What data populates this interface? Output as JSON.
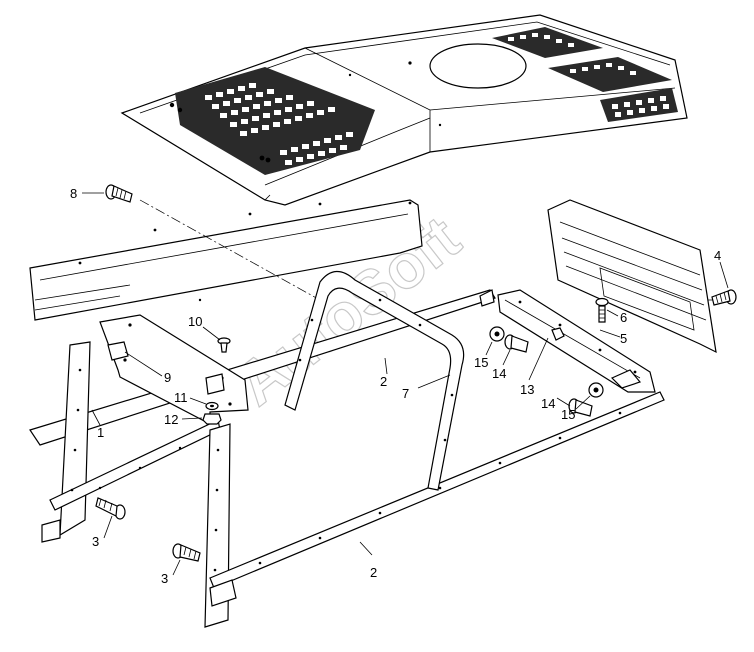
{
  "watermark": "AutoSoft",
  "callouts": [
    {
      "id": "c8",
      "label": "8"
    },
    {
      "id": "c4",
      "label": "4"
    },
    {
      "id": "c6",
      "label": "6"
    },
    {
      "id": "c5",
      "label": "5"
    },
    {
      "id": "c10",
      "label": "10"
    },
    {
      "id": "c9",
      "label": "9"
    },
    {
      "id": "c11",
      "label": "11"
    },
    {
      "id": "c12",
      "label": "12"
    },
    {
      "id": "c1",
      "label": "1"
    },
    {
      "id": "c3a",
      "label": "3"
    },
    {
      "id": "c3b",
      "label": "3"
    },
    {
      "id": "c2a",
      "label": "2"
    },
    {
      "id": "c2b",
      "label": "2"
    },
    {
      "id": "c7",
      "label": "7"
    },
    {
      "id": "c15a",
      "label": "15"
    },
    {
      "id": "c14a",
      "label": "14"
    },
    {
      "id": "c13",
      "label": "13"
    },
    {
      "id": "c14b",
      "label": "14"
    },
    {
      "id": "c15b",
      "label": "15"
    }
  ]
}
